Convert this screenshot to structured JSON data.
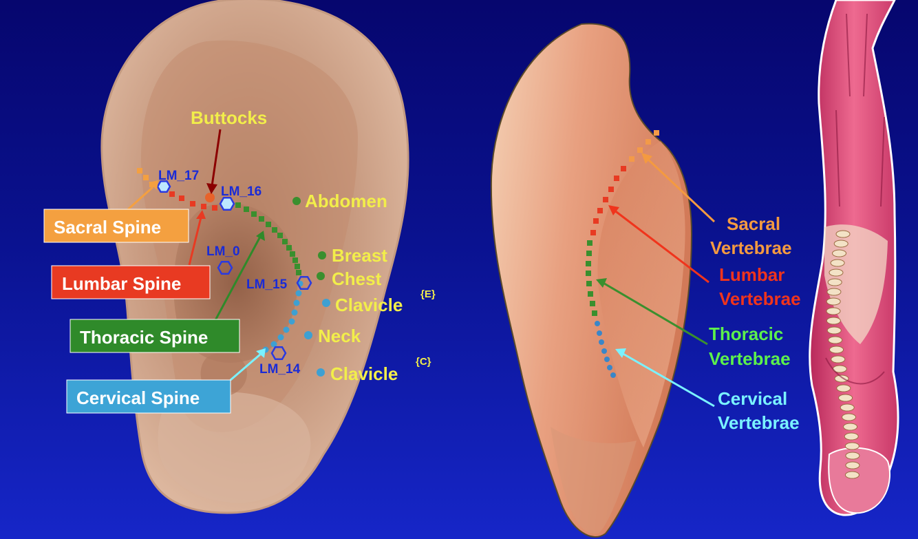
{
  "left_ear": {
    "buttocks": "Buttocks",
    "abdomen": "Abdomen",
    "breast": "Breast",
    "chest": "Chest",
    "clavicle_e": "Clavicle",
    "clavicle_e_sup": "{E}",
    "neck": "Neck",
    "clavicle_c": "Clavicle",
    "clavicle_c_sup": "{C}",
    "landmarks": [
      "LM_17",
      "LM_16",
      "LM_0",
      "LM_15",
      "LM_14"
    ]
  },
  "spine_boxes": [
    {
      "label": "Sacral Spine",
      "color": "#f4a040"
    },
    {
      "label": "Lumbar Spine",
      "color": "#e83a22"
    },
    {
      "label": "Thoracic Spine",
      "color": "#2f8a2a"
    },
    {
      "label": "Cervical Spine",
      "color": "#3da4d6"
    }
  ],
  "right_ear": {
    "vertebrae": [
      {
        "line1": "Sacral",
        "line2": "Vertebrae",
        "color": "#f49a40"
      },
      {
        "line1": "Lumbar",
        "line2": "Vertebrae",
        "color": "#f0341c"
      },
      {
        "line1": "Thoracic",
        "line2": "Vertebrae",
        "color": "#5cf04c"
      },
      {
        "line1": "Cervical",
        "line2": "Vertebrae",
        "color": "#7af2ff"
      }
    ]
  },
  "colors": {
    "sacral": "#f4a040",
    "lumbar": "#e83a22",
    "thoracic": "#3a8f2e",
    "cervical": "#3ea0d2",
    "landmark": "#2a3ae0",
    "label_yellow": "#f2ee4a"
  }
}
